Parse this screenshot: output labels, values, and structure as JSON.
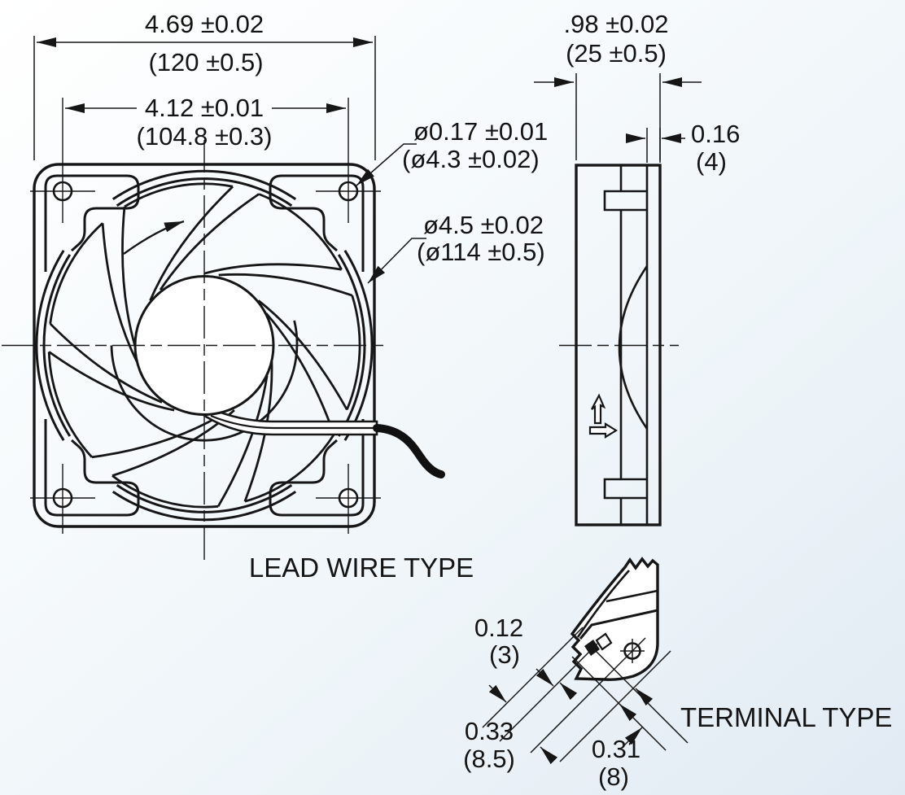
{
  "front_view": {
    "caption": "LEAD WIRE TYPE",
    "dims": {
      "overall_width_in": "4.69 ±0.02",
      "overall_width_mm": "(120 ±0.5)",
      "hole_spacing_in": "4.12 ±0.01",
      "hole_spacing_mm": "(104.8 ±0.3)",
      "mount_hole_dia_in": "ø0.17 ±0.01",
      "mount_hole_dia_mm": "(ø4.3 ±0.02)",
      "venturi_dia_in": "ø4.5 ±0.02",
      "venturi_dia_mm": "(ø114 ±0.5)"
    }
  },
  "side_view": {
    "dims": {
      "depth_in": ".98 ±0.02",
      "depth_mm": "(25 ±0.5)",
      "flange_in": "0.16",
      "flange_mm": "(4)"
    }
  },
  "terminal_detail": {
    "caption": "TERMINAL TYPE",
    "dims": {
      "terminal_offset_in": "0.12",
      "terminal_offset_mm": "(3)",
      "mount_to_hole_in": "0.33",
      "mount_to_hole_mm": "(8.5)",
      "hole_to_face_in": "0.31",
      "hole_to_face_mm": "(8)"
    }
  },
  "colors": {
    "line": "#161616",
    "wire": "#111111",
    "background": "#ecf3f8"
  }
}
